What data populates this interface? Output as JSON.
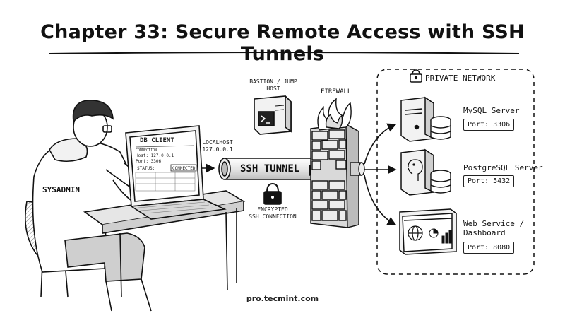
{
  "title": "Chapter 33: Secure Remote Access with SSH Tunnels",
  "footer": "pro.tecmint.com",
  "sysadmin": {
    "label": "SYSADMIN"
  },
  "db_client": {
    "title": "DB CLIENT",
    "connection_label": "CONNECTION",
    "host": "Host:  127.0.0.1",
    "port": "Port:  3306",
    "status_label": "STATUS:",
    "status_value": "CONNECTED"
  },
  "localhost": {
    "line1": "LOCALHOST",
    "line2": "127.0.0.1"
  },
  "bastion": {
    "line1": "BASTION / JUMP",
    "line2": "HOST"
  },
  "tunnel": {
    "label": "SSH TUNNEL"
  },
  "encrypted": {
    "line1": "ENCRYPTED",
    "line2": "SSH CONNECTION"
  },
  "firewall": {
    "label": "FIREWALL"
  },
  "private_network": {
    "label": "PRIVATE NETWORK"
  },
  "servers": [
    {
      "name": "MySQL Server",
      "port": "Port: 3306"
    },
    {
      "name": "PostgreSQL Server",
      "port": "Port: 5432"
    },
    {
      "name_line1": "Web Service /",
      "name_line2": "Dashboard",
      "port": "Port: 8080"
    }
  ],
  "icons": [
    "terminal-icon",
    "lock-icon",
    "padlock-icon",
    "flame-icon",
    "server-icon",
    "database-icon",
    "elephant-icon",
    "globe-icon"
  ],
  "colors": {
    "ink": "#1a1a1a",
    "background": "#ffffff",
    "tunnel": "#e8e8e8"
  }
}
